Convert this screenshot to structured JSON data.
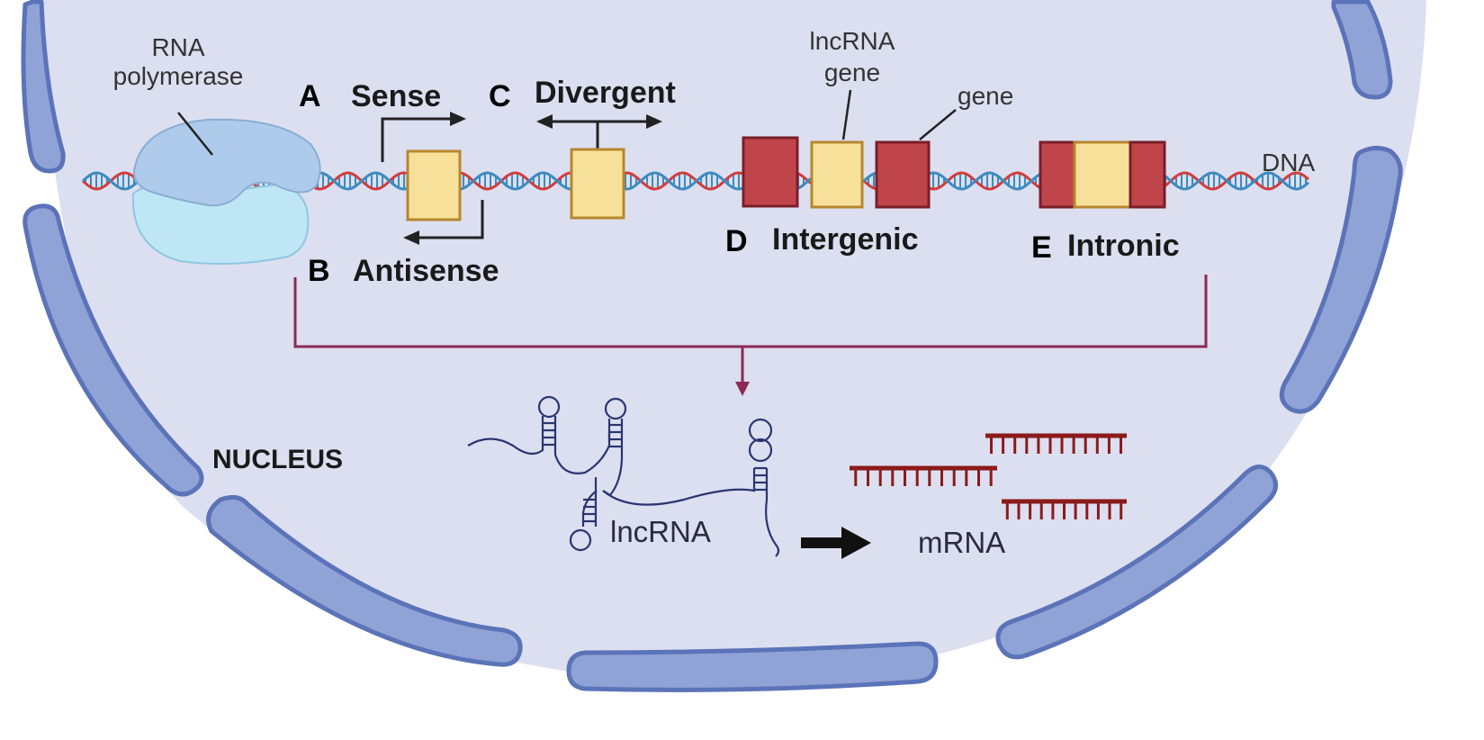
{
  "labels": {
    "rna_polymerase_line1": "RNA",
    "rna_polymerase_line2": "polymerase",
    "letter_a": "A",
    "sense": "Sense",
    "letter_b": "B",
    "antisense": "Antisense",
    "letter_c": "C",
    "divergent": "Divergent",
    "lncrna_gene_line1": "lncRNA",
    "lncrna_gene_line2": "gene",
    "gene": "gene",
    "dna": "DNA",
    "letter_d": "D",
    "intergenic": "Intergenic",
    "letter_e": "E",
    "intronic": "Intronic",
    "nucleus": "NUCLEUS",
    "lncrna": "lncRNA",
    "mrna": "mRNA"
  },
  "colors": {
    "background": "#ffffff",
    "nucleoplasm": "#dcdff0",
    "envelope_fill": "#8fa3d6",
    "envelope_stroke": "#5b73b8",
    "dna_red": "#d23c3c",
    "dna_blue": "#3c8bc0",
    "lncrna_box_fill": "#f7e19a",
    "lncrna_box_stroke": "#b8862e",
    "gene_box_fill": "#c0454b",
    "gene_box_stroke": "#7a1e2a",
    "bracket_line": "#8b2a55",
    "mrna_color": "#8b1a1a",
    "lncrna_strand": "#2a3570",
    "polymerase_top": "#aecbeb",
    "polymerase_bottom": "#bfe6f5"
  }
}
